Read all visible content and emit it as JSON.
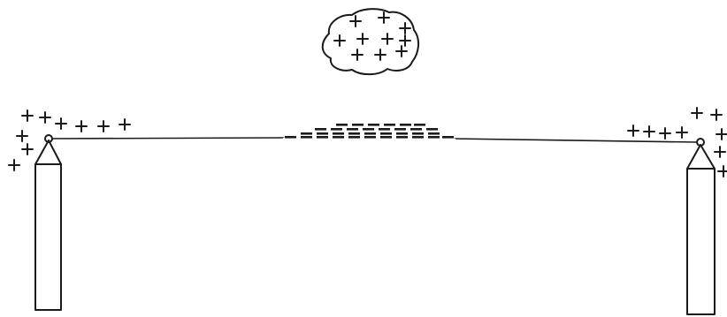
{
  "diagram": {
    "charges": {
      "cloud": "positive",
      "line_center": "negative",
      "left_tower_end": "positive",
      "right_tower_end": "positive"
    },
    "symbols": {
      "positive": "+",
      "negative": "−"
    },
    "colors": {
      "ink": "#1a1a1a",
      "background": "#ffffff"
    }
  }
}
